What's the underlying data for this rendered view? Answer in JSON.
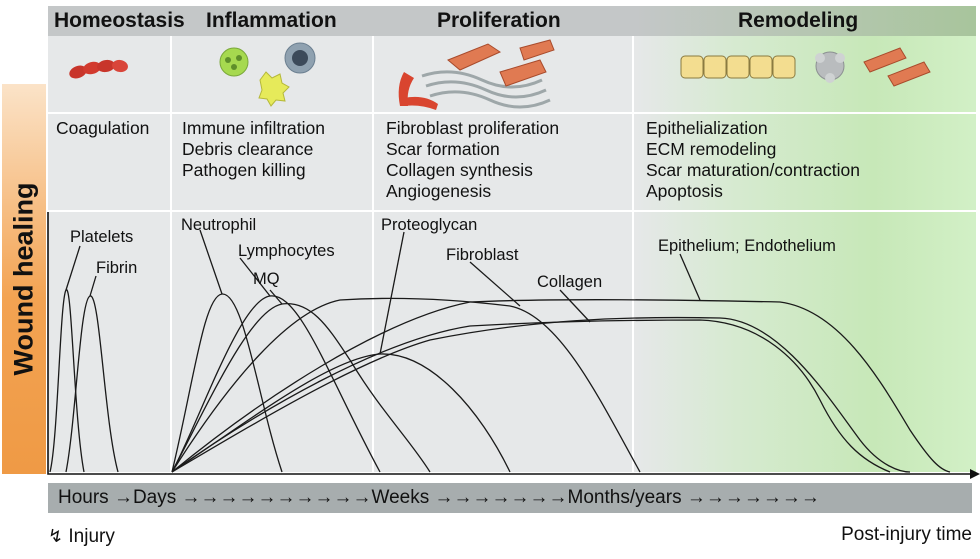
{
  "y_axis_label": "Wound healing",
  "phases": [
    {
      "name": "Homeostasis",
      "processes": [
        "Coagulation"
      ]
    },
    {
      "name": "Inflammation",
      "processes": [
        "Immune infiltration",
        "Debris clearance",
        "Pathogen killing"
      ]
    },
    {
      "name": "Proliferation",
      "processes": [
        "Fibroblast proliferation",
        "Scar formation",
        "Collagen synthesis",
        "Angiogenesis"
      ]
    },
    {
      "name": "Remodeling",
      "processes": [
        "Epithelialization",
        "ECM remodeling",
        "Scar maturation/contraction",
        "Apoptosis"
      ]
    }
  ],
  "curve_labels": {
    "platelets": "Platelets",
    "fibrin": "Fibrin",
    "neutrophil": "Neutrophil",
    "lymphocytes": "Lymphocytes",
    "mq": "MQ",
    "proteoglycan": "Proteoglycan",
    "fibroblast": "Fibroblast",
    "collagen": "Collagen",
    "epithelium": "Epithelium; Endothelium"
  },
  "timeline": {
    "text": "Hours →Days →→→→→→→→→→Weeks →→→→→→→Months/years →→→→→→→"
  },
  "footer": {
    "injury": "Injury",
    "post_injury": "Post-injury time"
  },
  "colors": {
    "band_bg": "#e4e6e7",
    "band_header": "#c3c6c7",
    "timeline": "#a7adae",
    "remodel_green": "#c7e8b8",
    "axis_orange": "#f3a352"
  }
}
